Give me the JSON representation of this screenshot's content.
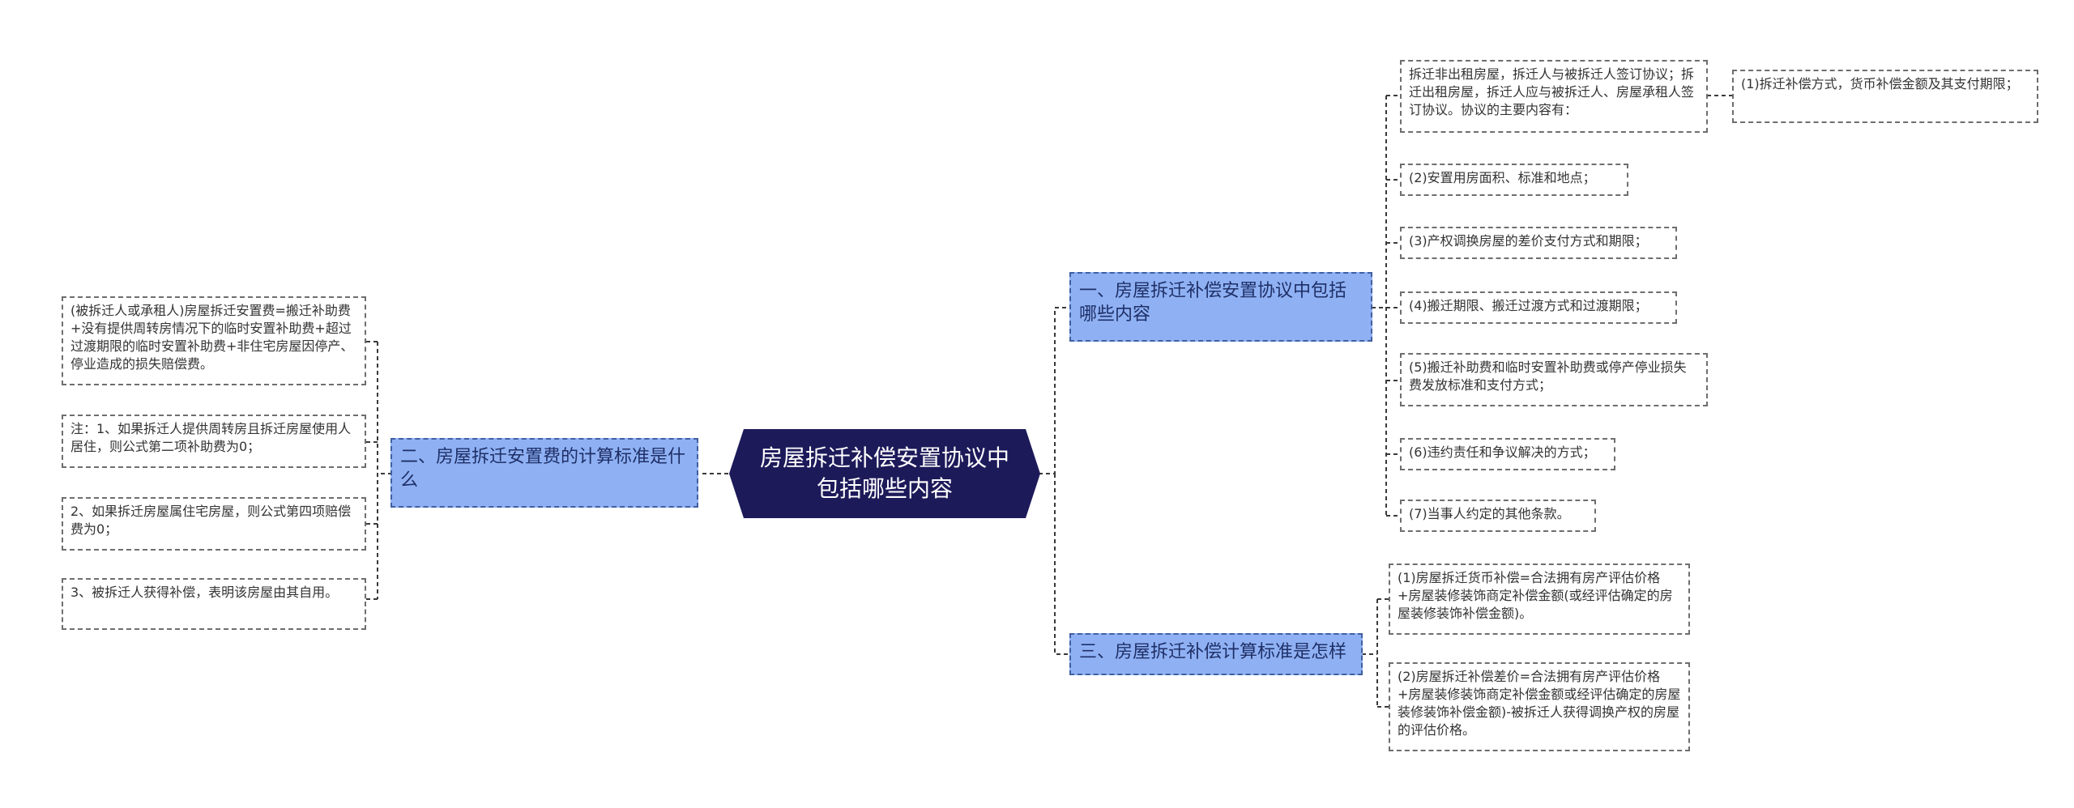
{
  "colors": {
    "root_bg": "#1d1a5a",
    "branch_bg": "#8fb1f4",
    "branch_border": "#3f5f9f",
    "leaf_border": "#6e6e6e",
    "wire": "#3a3a3a"
  },
  "root": {
    "text": "房屋拆迁补偿安置协议中包括哪些内容"
  },
  "branches": {
    "b1": {
      "text": "一、房屋拆迁补偿安置协议中包括哪些内容"
    },
    "b2": {
      "text": "二、房屋拆迁安置费的计算标准是什么"
    },
    "b3": {
      "text": "三、房屋拆迁补偿计算标准是怎样"
    }
  },
  "leaves": {
    "b1_intro": "拆迁非出租房屋，拆迁人与被拆迁人签订协议；拆迁出租房屋，拆迁人应与被拆迁人、房屋承租人签订协议。协议的主要内容有：",
    "b1_intro_detail": "(1)拆迁补偿方式，货币补偿金额及其支付期限；",
    "b1_item2": "(2)安置用房面积、标准和地点；",
    "b1_item3": "(3)产权调换房屋的差价支付方式和期限；",
    "b1_item4": "(4)搬迁期限、搬迁过渡方式和过渡期限；",
    "b1_item5": "(5)搬迁补助费和临时安置补助费或停产停业损失费发放标准和支付方式；",
    "b1_item6": "(6)违约责任和争议解决的方式；",
    "b1_item7": "(7)当事人约定的其他条款。",
    "b2_formula": "(被拆迁人或承租人)房屋拆迁安置费=搬迁补助费+没有提供周转房情况下的临时安置补助费+超过过渡期限的临时安置补助费+非住宅房屋因停产、停业造成的损失赔偿费。",
    "b2_note1": "注：1、如果拆迁人提供周转房且拆迁房屋使用人居住，则公式第二项补助费为0；",
    "b2_note2": "2、如果拆迁房屋属住宅房屋，则公式第四项赔偿费为0；",
    "b2_note3": "3、被拆迁人获得补偿，表明该房屋由其自用。",
    "b3_item1": "(1)房屋拆迁货币补偿=合法拥有房产评估价格+房屋装修装饰商定补偿金额(或经评估确定的房屋装修装饰补偿金额)。",
    "b3_item2": "(2)房屋拆迁补偿差价=合法拥有房产评估价格+房屋装修装饰商定补偿金额或经评估确定的房屋装修装饰补偿金额)-被拆迁人获得调换产权的房屋的评估价格。"
  }
}
